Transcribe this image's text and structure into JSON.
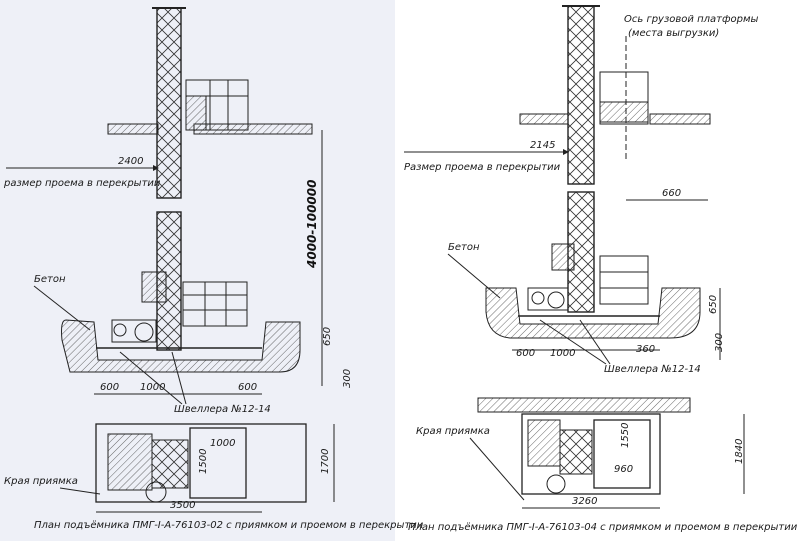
{
  "left": {
    "dim_opening": "2400",
    "opening_label": "размер проема в перекрытии",
    "height_range": "4000-100000",
    "concrete": "Бетон",
    "d_650": "650",
    "d_300": "300",
    "d_600a": "600",
    "d_1000": "1000",
    "d_600b": "600",
    "channels": "Швеллера №12-14",
    "plan_1000": "1000",
    "plan_1500": "1500",
    "plan_1700": "1700",
    "plan_3500": "3500",
    "pit_edge": "Края приямка",
    "caption": "План подъёмника ПМГ-I-А-76103-02 с приямком и проемом в перекрытии"
  },
  "right": {
    "platform_axis_1": "Ось грузовой платформы",
    "platform_axis_2": "(места выгрузки)",
    "dim_opening": "2145",
    "opening_label": "Размер проема в перекрытии",
    "d_660": "660",
    "concrete": "Бетон",
    "d_650": "650",
    "d_300": "300",
    "d_600": "600",
    "d_1000": "1000",
    "d_360": "360",
    "channels": "Швеллера №12-14",
    "pit_edge": "Края приямка",
    "plan_1550": "1550",
    "plan_960": "960",
    "plan_1840": "1840",
    "plan_3260": "3260",
    "caption": "План подъёмника ПМГ-I-А-76103-04 с приямком и проемом в перекрытии"
  }
}
